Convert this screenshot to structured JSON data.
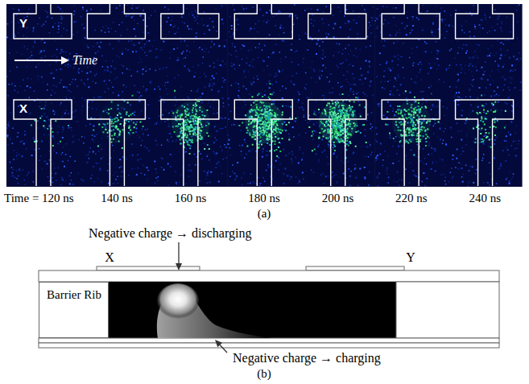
{
  "diagram": {
    "nodes": [
      {
        "text": [
          "Y"
        ]
      },
      {
        "text": [
          "X"
        ]
      },
      {
        "text": [
          "Barrier Rib"
        ]
      }
    ],
    "labels": [
      "Time",
      "Time = 120 ns",
      "140 ns",
      "160 ns",
      "180 ns",
      "200 ns",
      "220 ns",
      "240 ns",
      "(a)",
      "Negative charge → discharging",
      "X",
      "Y",
      "Negative charge → charging",
      "(b)"
    ]
  }
}
